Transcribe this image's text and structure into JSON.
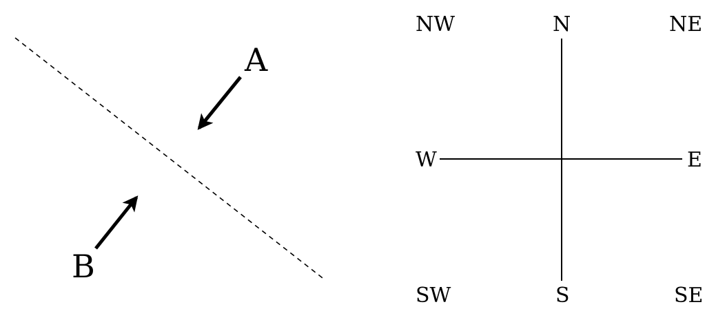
{
  "diagram": {
    "left_panel": {
      "boundary_line": {
        "style": "dashed"
      },
      "arrows": [
        {
          "label": "A",
          "heading": "southwest"
        },
        {
          "label": "B",
          "heading": "northeast"
        }
      ]
    },
    "compass": {
      "N": "N",
      "S": "S",
      "E": "E",
      "W": "W",
      "NE": "NE",
      "NW": "NW",
      "SE": "SE",
      "SW": "SW"
    },
    "colors": {
      "ink": "#000000",
      "background": "#ffffff"
    }
  }
}
